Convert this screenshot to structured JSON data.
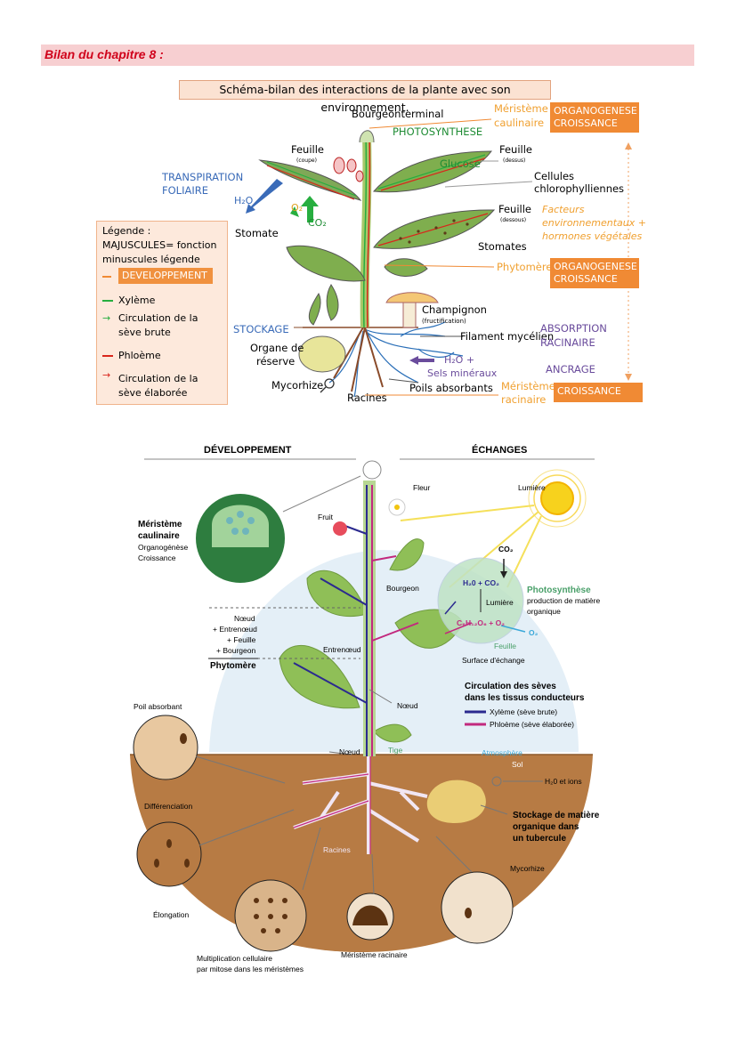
{
  "banner_title": "Bilan du chapitre 8 :",
  "top_diagram": {
    "title": "Schéma-bilan des interactions de la plante avec son environnement.",
    "labels": {
      "bourgeon": "Bourgeonterminal",
      "meristeme_caulinaire_1": "Méristème",
      "meristeme_caulinaire_2": "caulinaire",
      "organogenese_1": "ORGANOGENESE",
      "croissance_1": "CROISSANCE",
      "photosynthese": "PHOTOSYNTHESE",
      "feuille_coupe": "Feuille",
      "coupe": "(coupe)",
      "feuille_dessus": "Feuille",
      "dessus": "(dessus)",
      "glucose": "Glucose",
      "cellules_1": "Cellules",
      "cellules_2": "chlorophylliennes",
      "transpiration_1": "TRANSPIRATION",
      "transpiration_2": "FOLIAIRE",
      "h2o": "H₂O",
      "o2": "O₂",
      "co2": "CO₂",
      "feuille_dessous": "Feuille",
      "dessous": "(dessous)",
      "facteurs_1": "Facteurs",
      "facteurs_2": "environnementaux +",
      "facteurs_3": "hormones végétales",
      "stomate": "Stomate",
      "stomates": "Stomates",
      "phytomere": "Phytomère",
      "organogenese_2": "ORGANOGENESE",
      "croissance_2": "CROISSANCE",
      "champignon": "Champignon",
      "fructification": "(fructification)",
      "stockage": "STOCKAGE",
      "filament": "Filament mycélien",
      "absorption_1": "ABSORPTION",
      "absorption_2": "RACINAIRE",
      "organe_1": "Organe de",
      "organe_2": "réserve",
      "h2o_plus": "H₂O +",
      "sels": "Sels minéraux",
      "ancrage": "ANCRAGE",
      "mycorhize": "Mycorhize",
      "poils": "Poils absorbants",
      "meristeme_rac_1": "Méristème",
      "meristeme_rac_2": "racinaire",
      "croissance_3": "CROISSANCE",
      "racines": "Racines"
    },
    "legend": {
      "title": "Légende :",
      "l1": "MAJUSCULES= fonction",
      "l2": "minuscules légende",
      "dev": "DEVELOPPEMENT",
      "xyleme": "Xylème",
      "circ_brute_1": "Circulation de la",
      "circ_brute_2": "sève brute",
      "phloeme": "Phloème",
      "circ_elab_1": "Circulation de la",
      "circ_elab_2": "sève élaborée"
    }
  },
  "bottom_diagram": {
    "developpement": "DÉVELOPPEMENT",
    "echanges": "ÉCHANGES",
    "fleur": "Fleur",
    "lumiere": "Lumière",
    "fruit": "Fruit",
    "meristeme_caulinaire_1": "Méristème",
    "meristeme_caulinaire_2": "caulinaire",
    "organogenese": "Organogénèse",
    "croissance": "Croissance",
    "co2": "CO₂",
    "h2o_co2": "H₂0 + CO₂",
    "lumiere_small": "Lumière",
    "glucose": "C₆H₁₂O₆ + O₂",
    "o2": "O₂",
    "photosynthese": "Photosynthèse",
    "photo_sub_1": "production de matière",
    "photo_sub_2": "organique",
    "bourgeon": "Bourgeon",
    "noeud_list_1": "Nœud",
    "noeud_list_2": "+ Entrenœud",
    "noeud_list_3": "+ Feuille",
    "noeud_list_4": "+ Bourgeon",
    "phytomere": "Phytomère",
    "entrenoeud": "Entrenœud",
    "feuille": "Feuille",
    "surface": "Surface d'échange",
    "circ_title_1": "Circulation des sèves",
    "circ_title_2": "dans les tissus conducteurs",
    "xyleme": "Xylème (sève brute)",
    "phloeme": "Phloème (sève élaborée)",
    "noeud_right": "Nœud",
    "poil": "Poil absorbant",
    "noeud_lower": "Nœud",
    "tige": "Tige",
    "atmosphere": "Atmosphère",
    "sol": "Sol",
    "h2o_ions": "H₂0 et ions",
    "differenciation": "Différenciation",
    "stockage_1": "Stockage de matière",
    "stockage_2": "organique dans",
    "stockage_3": "un tubercule",
    "racines": "Racines",
    "mycorhize": "Mycorhize",
    "elongation": "Élongation",
    "multiplication_1": "Multiplication cellulaire",
    "multiplication_2": "par mitose dans les méristèmes",
    "meristeme_racinaire": "Méristème racinaire"
  },
  "colors": {
    "orange": "#f08a34",
    "xylem_green": "#27ae3f",
    "phloem_red": "#d9261c",
    "xylem_blue": "#2b2a8f",
    "phloem_pink": "#c2297e",
    "soil": "#b77b44",
    "leaf": "#8fbf57"
  }
}
